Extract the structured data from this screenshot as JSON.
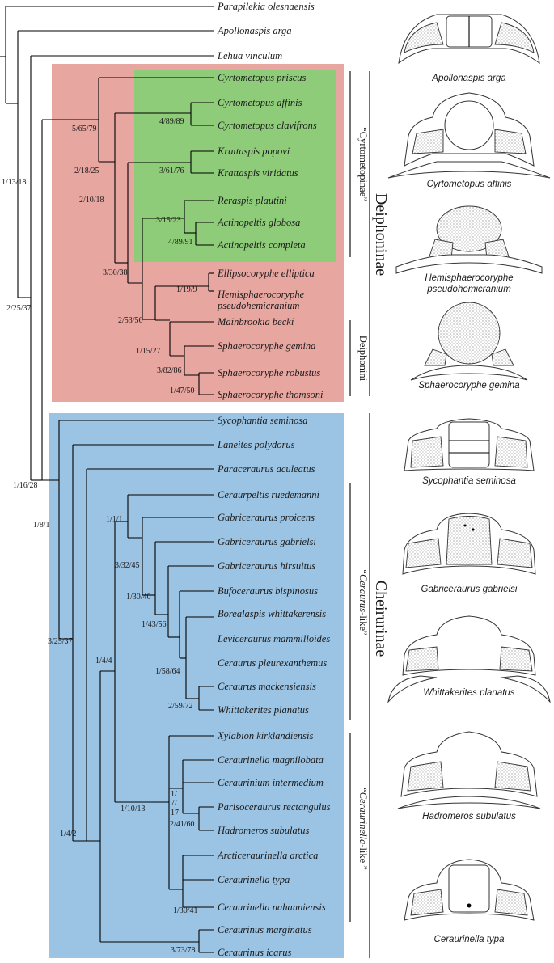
{
  "taxa": {
    "t1": "Parapilekia olesnaensis",
    "t2": "Apollonaspis arga",
    "t3": "Lehua vinculum",
    "t4": "Cyrtometopus priscus",
    "t5": "Cyrtometopus affinis",
    "t6": "Cyrtometopus clavifrons",
    "t7": "Krattaspis popovi",
    "t8": "Krattaspis viridatus",
    "t9": "Reraspis plautini",
    "t10": "Actinopeltis globosa",
    "t11": "Actinopeltis completa",
    "t12": "Ellipsocoryphe elliptica",
    "t13a": "Hemisphaerocoryphe",
    "t13b": "pseudohemicranium",
    "t14": "Mainbrookia becki",
    "t15": "Sphaerocoryphe gemina",
    "t16": "Sphaerocoryphe robustus",
    "t17": "Sphaerocoryphe thomsoni",
    "t18": "Sycophantia seminosa",
    "t19": "Laneites polydorus",
    "t20": "Paraceraurus aculeatus",
    "t21": "Ceraurpeltis ruedemanni",
    "t22": "Gabriceraurus proicens",
    "t23": "Gabriceraurus gabrielsi",
    "t24": "Gabriceraurus hirsuitus",
    "t25": "Bufoceraurus bispinosus",
    "t26": "Borealaspis whittakerensis",
    "t27": "Leviceraurus mammilloides",
    "t28": "Ceraurus pleurexanthemus",
    "t29": "Ceraurus mackensiensis",
    "t30": "Whittakerites planatus",
    "t31": "Xylabion kirklandiensis",
    "t32": "Ceraurinella magnilobata",
    "t33": "Ceraurinium intermedium",
    "t34": "Parisoceraurus rectangulus",
    "t35": "Hadromeros subulatus",
    "t36": "Arcticeraurinella arctica",
    "t37": "Ceraurinella typa",
    "t38": "Ceraurinella nahanniensis",
    "t39": "Ceraurinus marginatus",
    "t40": "Ceraurinus icarus"
  },
  "support": {
    "n1": "1/13/18",
    "n2": "5/65/79",
    "n3": "4/89/89",
    "n4": "2/18/25",
    "n5": "3/61/76",
    "n6": "2/10/18",
    "n7": "3/15/23",
    "n8": "4/89/91",
    "n9": "3/30/38",
    "n10": "1/19/9",
    "n11": "2/53/56",
    "n12": "1/15/27",
    "n13": "3/82/86",
    "n14": "1/47/50",
    "n15": "2/25/37",
    "n16": "1/16/28",
    "n17": "1/8/1",
    "n18": "1/1/1",
    "n19": "3/32/45",
    "n20": "1/30/40",
    "n21": "1/43/56",
    "n22": "1/58/64",
    "n23": "2/59/72",
    "n24": "3/25/37",
    "n25": "1/4/4",
    "n26a": "1/",
    "n26b": "7/",
    "n26c": "17",
    "n27": "2/41/60",
    "n28": "1/10/13",
    "n29": "1/30/41",
    "n30": "1/4/2",
    "n31": "3/73/78"
  },
  "clades": {
    "cyrtometopinae": "“Cyrtometopinae”",
    "deiphonini": "Deiphonini",
    "deiphoninae": "Deiphoninae",
    "ceraurus_q1": "“",
    "ceraurus_name": "Ceraurus",
    "ceraurus_rest": "-like”",
    "ceraurinella_q1": "“",
    "ceraurinella_name": "Ceraurinella",
    "ceraurinella_rest": "-like ”",
    "cheirurinae": "Cheirurinae"
  },
  "drawings": {
    "d1": "Apollonaspis arga",
    "d2": "Cyrtometopus affinis",
    "d3a": "Hemisphaerocoryphe",
    "d3b": "pseudohemicranium",
    "d4": "Sphaerocoryphe gemina",
    "d5": "Sycophantia seminosa",
    "d6": "Gabriceraurus gabrielsi",
    "d7": "Whittakerites planatus",
    "d8": "Hadromeros subulatus",
    "d9": "Ceraurinella typa"
  },
  "colors": {
    "deiphoninae_box": "#e8a6a0",
    "cyrtometopinae_box": "#8fcc79",
    "cheirurinae_box": "#9bc3e3"
  }
}
